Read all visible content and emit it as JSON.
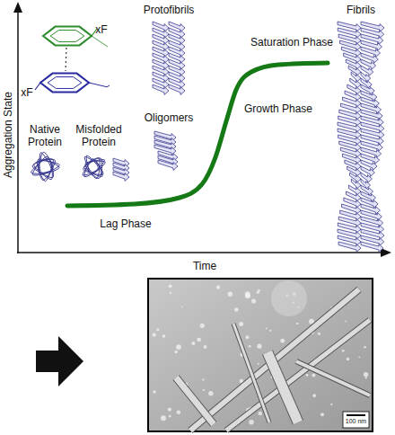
{
  "diagram": {
    "labels": [
      "xF",
      "Protofibrils",
      "Fibrils",
      "Saturation Phase",
      "xF",
      "Native Protein",
      "Misfolded Protein",
      "Oligomers",
      "Growth Phase",
      "Lag Phase",
      "Aggregation State",
      "Time",
      "100 nm"
    ]
  }
}
